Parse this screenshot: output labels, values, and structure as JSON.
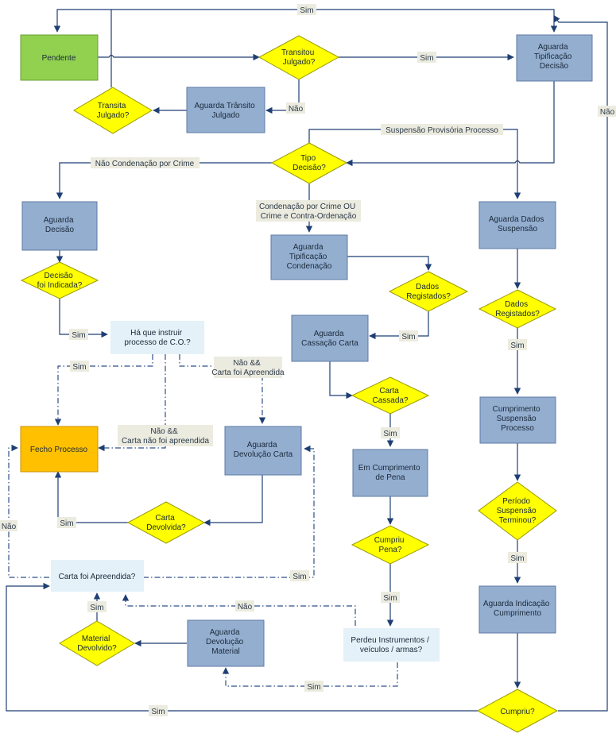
{
  "nodes": {
    "pendente": [
      "Pendente"
    ],
    "transitou_julgado": [
      "Transitou",
      "Julgado?"
    ],
    "aguarda_tipificacao_decisao": [
      "Aguarda",
      "Tipificação",
      "Decisão"
    ],
    "transita_julgado": [
      "Transita",
      "Julgado?"
    ],
    "aguarda_transito_julgado": [
      "Aguarda Trânsito",
      "Julgado"
    ],
    "tipo_decisao": [
      "Tipo",
      "Decisão?"
    ],
    "aguarda_decisao": [
      "Aguarda",
      "Decisão"
    ],
    "aguarda_tipificacao_condenacao": [
      "Aguarda",
      "Tipificação",
      "Condenação"
    ],
    "aguarda_dados_suspensao": [
      "Aguarda Dados",
      "Suspensão"
    ],
    "decisao_indicada": [
      "Decisão",
      "foi Indicada?"
    ],
    "dados_registados_1": [
      "Dados",
      "Registados?"
    ],
    "dados_registados_2": [
      "Dados",
      "Registados?"
    ],
    "instruir_co": [
      "Há que instruir",
      "processo de C.O.?"
    ],
    "aguarda_cassacao_carta": [
      "Aguarda",
      "Cassação Carta"
    ],
    "carta_cassada": [
      "Carta",
      "Cassada?"
    ],
    "fecho_processo": [
      "Fecho Processo"
    ],
    "aguarda_devolucao_carta": [
      "Aguarda",
      "Devolução Carta"
    ],
    "em_cumprimento_pena": [
      "Em Cumprimento",
      "de Pena"
    ],
    "cumprimento_suspensao": [
      "Cumprimento",
      "Suspensão",
      "Processo"
    ],
    "carta_devolvida": [
      "Carta",
      "Devolvida?"
    ],
    "periodo_suspensao": [
      "Período",
      "Suspensão",
      "Terminou?"
    ],
    "cumpriu_pena": [
      "Cumpriu",
      "Pena?"
    ],
    "carta_apreendida": [
      "Carta foi Apreendida?"
    ],
    "aguarda_indicacao_cumprimento": [
      "Aguarda Indicação",
      "Cumprimento"
    ],
    "material_devolvido": [
      "Material",
      "Devolvido?"
    ],
    "aguarda_devolucao_material": [
      "Aguarda",
      "Devolução",
      "Material"
    ],
    "perdeu_instrumentos": [
      "Perdeu Instrumentos /",
      "veículos / armas?"
    ],
    "cumpriu": [
      "Cumpriu?"
    ]
  },
  "edge_labels": {
    "sim": "Sim",
    "nao": "Não",
    "suspensao_provisoria": [
      "Suspensão Provisória Processo"
    ],
    "nao_condenacao": [
      "Não Condenação por Crime"
    ],
    "condenacao_crime": [
      "Condenação por Crime OU",
      "Crime e Contra-Ordenação"
    ],
    "nao_carta_apreendida": [
      "Não &&",
      "Carta foi Apreendida"
    ],
    "nao_carta_nao_apreendida": [
      "Não &&",
      "Carta não foi apreendida"
    ]
  },
  "colors": {
    "process": "#94aed0",
    "start": "#92d050",
    "end": "#ffc000",
    "decision": "#ffff00",
    "question": "#e4f1f8",
    "line": "#1f3f73"
  }
}
